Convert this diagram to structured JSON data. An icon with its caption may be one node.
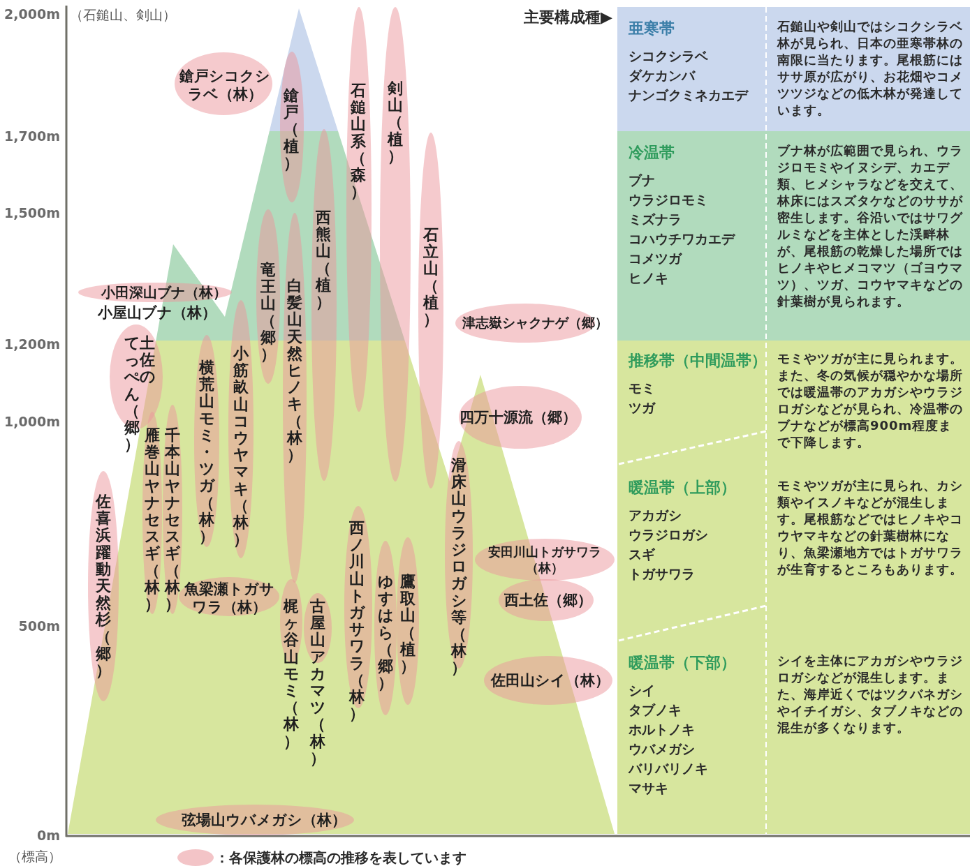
{
  "diagram": {
    "nodes": [
      {
        "text": [
          "鎗戸シコクシラベ（林）"
        ]
      },
      {
        "text": [
          "鎗戸（植）"
        ]
      },
      {
        "text": [
          "石鎚山系（森）"
        ]
      },
      {
        "text": [
          "剣山（植）"
        ]
      },
      {
        "text": [
          "西熊山（植）"
        ]
      },
      {
        "text": [
          "竜王山（郷）"
        ]
      },
      {
        "text": [
          "白髪山天然ヒノキ（林）"
        ]
      },
      {
        "text": [
          "石立山（植）"
        ]
      },
      {
        "text": [
          "小田深山ブナ（林）"
        ]
      },
      {
        "text": [
          "津志嶽シャクナゲ（郷）"
        ]
      },
      {
        "text": [
          "土佐のてっぺん（郷）"
        ]
      },
      {
        "text": [
          "横荒山モミ・ツガ（林）"
        ]
      },
      {
        "text": [
          "小筋畝山コウヤマキ（林）"
        ]
      },
      {
        "text": [
          "四万十源流（郷）"
        ]
      },
      {
        "text": [
          "千本山ヤナセスギ（林）"
        ]
      },
      {
        "text": [
          "雁巻山ヤナセスギ（林）"
        ]
      },
      {
        "text": [
          "佐喜浜躍動天然杉（郷）"
        ]
      },
      {
        "text": [
          "滑床山ウラジロガシ等（林）"
        ]
      },
      {
        "text": [
          "西ノ川山トガサワラ（林）"
        ]
      },
      {
        "text": [
          "安田川山トガサワラ（林）"
        ]
      },
      {
        "text": [
          "鷹取山（植）"
        ]
      },
      {
        "text": [
          "ゆすはら（郷）"
        ]
      },
      {
        "text": [
          "魚梁瀬トガサワラ（林）"
        ]
      },
      {
        "text": [
          "西土佐（郷）"
        ]
      },
      {
        "text": [
          "梶ヶ谷山モミ（林）"
        ]
      },
      {
        "text": [
          "古屋山アカマツ（林）"
        ]
      },
      {
        "text": [
          "佐田山シイ（林）"
        ]
      },
      {
        "text": [
          "弦場山ウバメガシ（林）"
        ]
      },
      {
        "text": [
          "亜寒帯",
          "シコクシラベ",
          "ダケカンバ",
          "ナンゴクミネカエデ",
          "石鎚山や剣山ではシコクシラベ林が見られ、日本の亜寒帯林の南限に当たります。尾根筋にはササ原が広がり、お花畑やコメツツジなどの低木林が発達しています。"
        ]
      },
      {
        "text": [
          "冷温帯",
          "ブナ",
          "ウラジロモミ",
          "ミズナラ",
          "コハウチワカエデ",
          "コメツガ",
          "ヒノキ",
          "ブナ林が広範囲で見られ、ウラジロモミやイヌシデ、カエデ類、ヒメシャラなどを交えて、林床にはスズタケなどのササが密生します。谷沿いではサワグルミなどを主体とした渓畔林が、尾根筋の乾燥した場所ではヒノキやヒメコマツ（ゴヨウマツ）、ツガ、コウヤマキなどの針葉樹が見られます。"
        ]
      },
      {
        "text": [
          "推移帯（中間温帯）",
          "モミ",
          "ツガ",
          "モミやツガが主に見られます。また、冬の気候が穏やかな場所では暖温帯のアカガシやウラジロガシなどが見られ、冷温帯のブナなどが標高900m程度まで下降します。"
        ]
      },
      {
        "text": [
          "暖温帯（上部）",
          "アカガシ",
          "ウラジロガシ",
          "スギ",
          "トガサワラ",
          "モミやツガが主に見られ、カシ類やイスノキなどが混生します。尾根筋などではヒノキやコウヤマキなどの針葉樹林になり、魚梁瀬地方ではトガサワラが生育するところもあります。"
        ]
      },
      {
        "text": [
          "暖温帯（下部）",
          "シイ",
          "タブノキ",
          "ホルトノキ",
          "ウバメガシ",
          "バリバリノキ",
          "マサキ",
          "シイを主体にアカガシやウラジロガシなどが混生します。また、海岸近くではツクバネガシやイチイガシ、タブノキなどの混生が多くなります。"
        ]
      }
    ],
    "labels": [
      "2,000m",
      "（石鎚山、剣山）",
      "主要構成種▶",
      "1,700m",
      "1,500m",
      "小屋山ブナ（林）",
      "1,200m",
      "1,000m",
      "500m",
      "0m",
      "（標高）"
    ],
    "legend": [
      {
        "text": "：各保護林の標高の推移を表しています",
        "color": "#f3c4c7"
      }
    ]
  }
}
